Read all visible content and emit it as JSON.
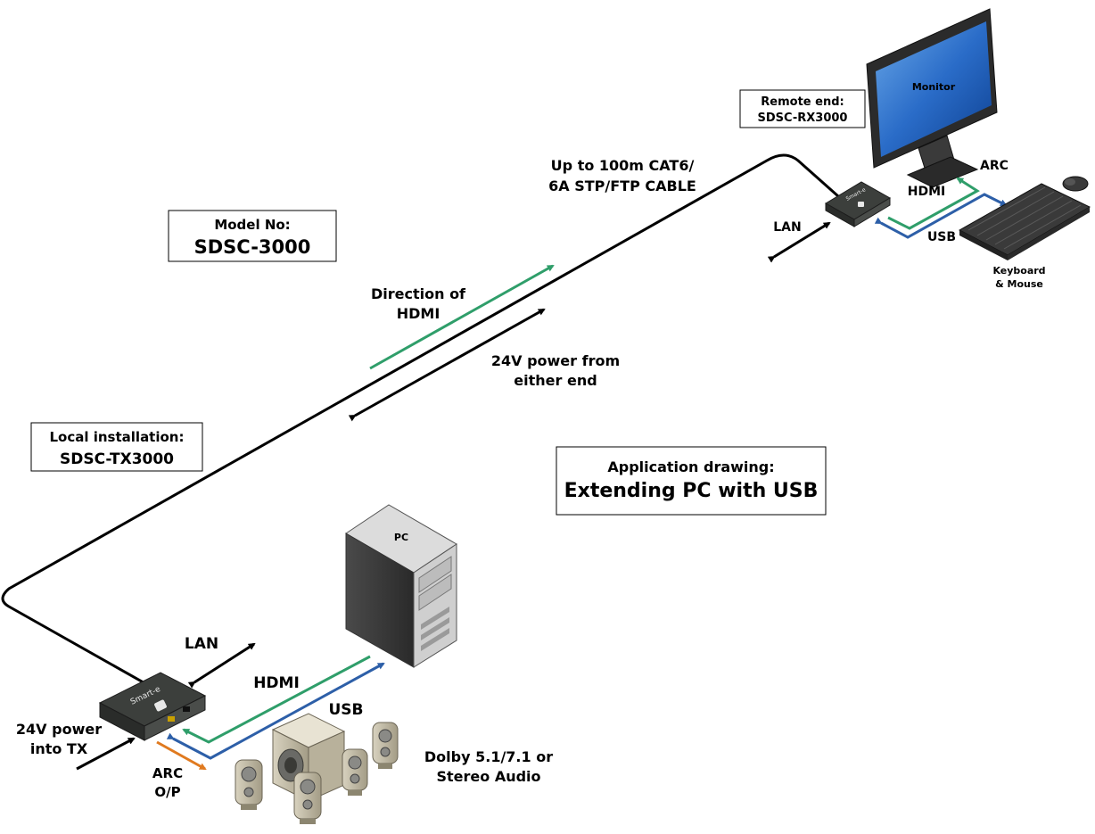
{
  "model_box": {
    "line1": "Model No:",
    "line2": "SDSC-3000"
  },
  "local_box": {
    "line1": "Local installation:",
    "line2": "SDSC-TX3000"
  },
  "remote_box": {
    "line1": "Remote end:",
    "line2": "SDSC-RX3000"
  },
  "app_box": {
    "line1": "Application drawing:",
    "line2": "Extending PC with USB"
  },
  "cable": {
    "line1": "Up to 100m CAT6/",
    "line2": "6A STP/FTP CABLE"
  },
  "direction": {
    "line1": "Direction of",
    "line2": "HDMI"
  },
  "power_either": {
    "line1": "24V power from",
    "line2": "either end"
  },
  "power_tx": {
    "line1": "24V power",
    "line2": "into TX"
  },
  "local": {
    "lan": "LAN",
    "hdmi": "HDMI",
    "usb": "USB",
    "arc_line1": "ARC",
    "arc_line2": "O/P",
    "pc": "PC",
    "audio_line1": "Dolby 5.1/7.1 or",
    "audio_line2": "Stereo Audio",
    "brand": "Smart-e"
  },
  "remote": {
    "monitor": "Monitor",
    "arc": "ARC",
    "hdmi": "HDMI",
    "usb": "USB",
    "lan": "LAN",
    "kbm_line1": "Keyboard",
    "kbm_line2": "& Mouse",
    "brand": "Smart-e"
  },
  "colors": {
    "hdmi": "#2f9e6a",
    "usb": "#2d5fa8",
    "arc": "#e07a1f",
    "cable": "#000000"
  }
}
